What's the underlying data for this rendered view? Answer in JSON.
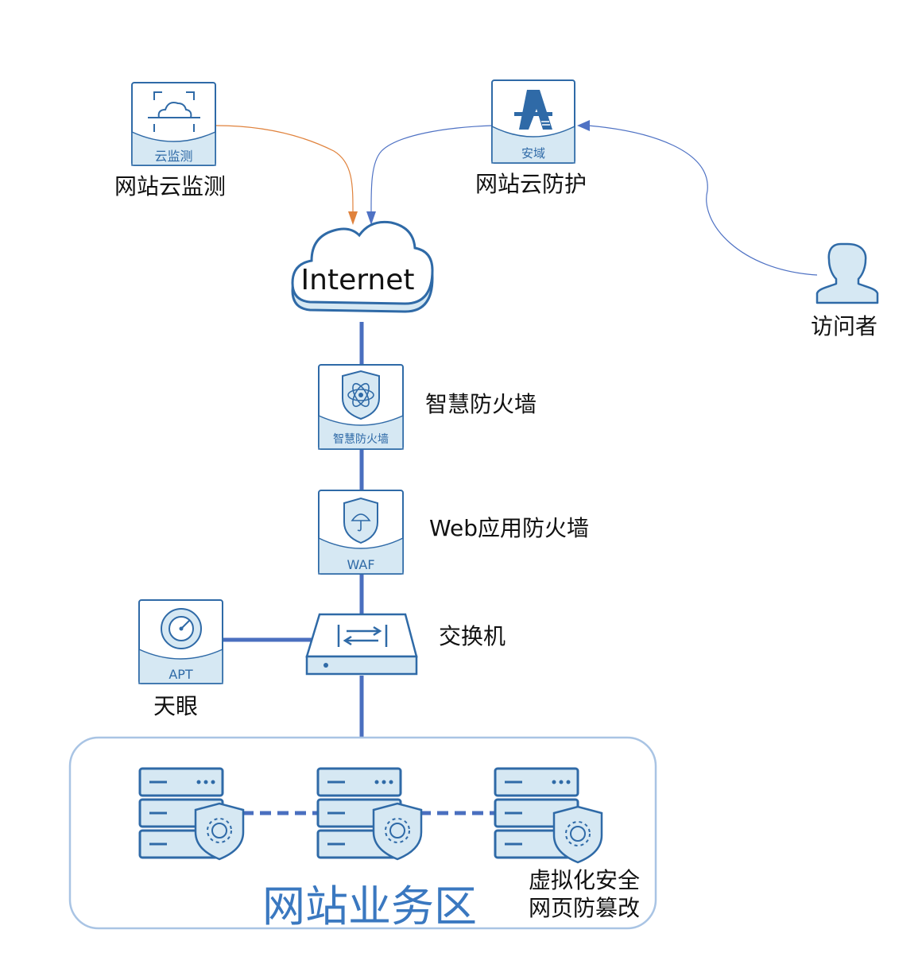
{
  "nodes": {
    "cloud_monitor": {
      "badge": "云监测",
      "label": "网站云监测"
    },
    "cloud_protect": {
      "badge": "安域",
      "label": "网站云防护"
    },
    "visitor": {
      "label": "访问者"
    },
    "internet": {
      "label": "Internet"
    },
    "smart_firewall": {
      "badge": "智慧防火墙",
      "label": "智慧防火墙"
    },
    "waf": {
      "badge": "WAF",
      "label": "Web应用防火墙"
    },
    "switch": {
      "label": "交换机"
    },
    "apt": {
      "badge": "APT",
      "label": "天眼"
    },
    "zone": {
      "title": "网站业务区",
      "annotation_line1": "虚拟化安全",
      "annotation_line2": "网页防篡改"
    }
  },
  "colors": {
    "link": "#4a6fbf",
    "monitor_arrow": "#e0823c",
    "protect_arrow": "#4f72c4",
    "icon_stroke": "#2f6aa7",
    "icon_fill": "#d6e8f3",
    "zone_border": "#a9c4e4"
  }
}
